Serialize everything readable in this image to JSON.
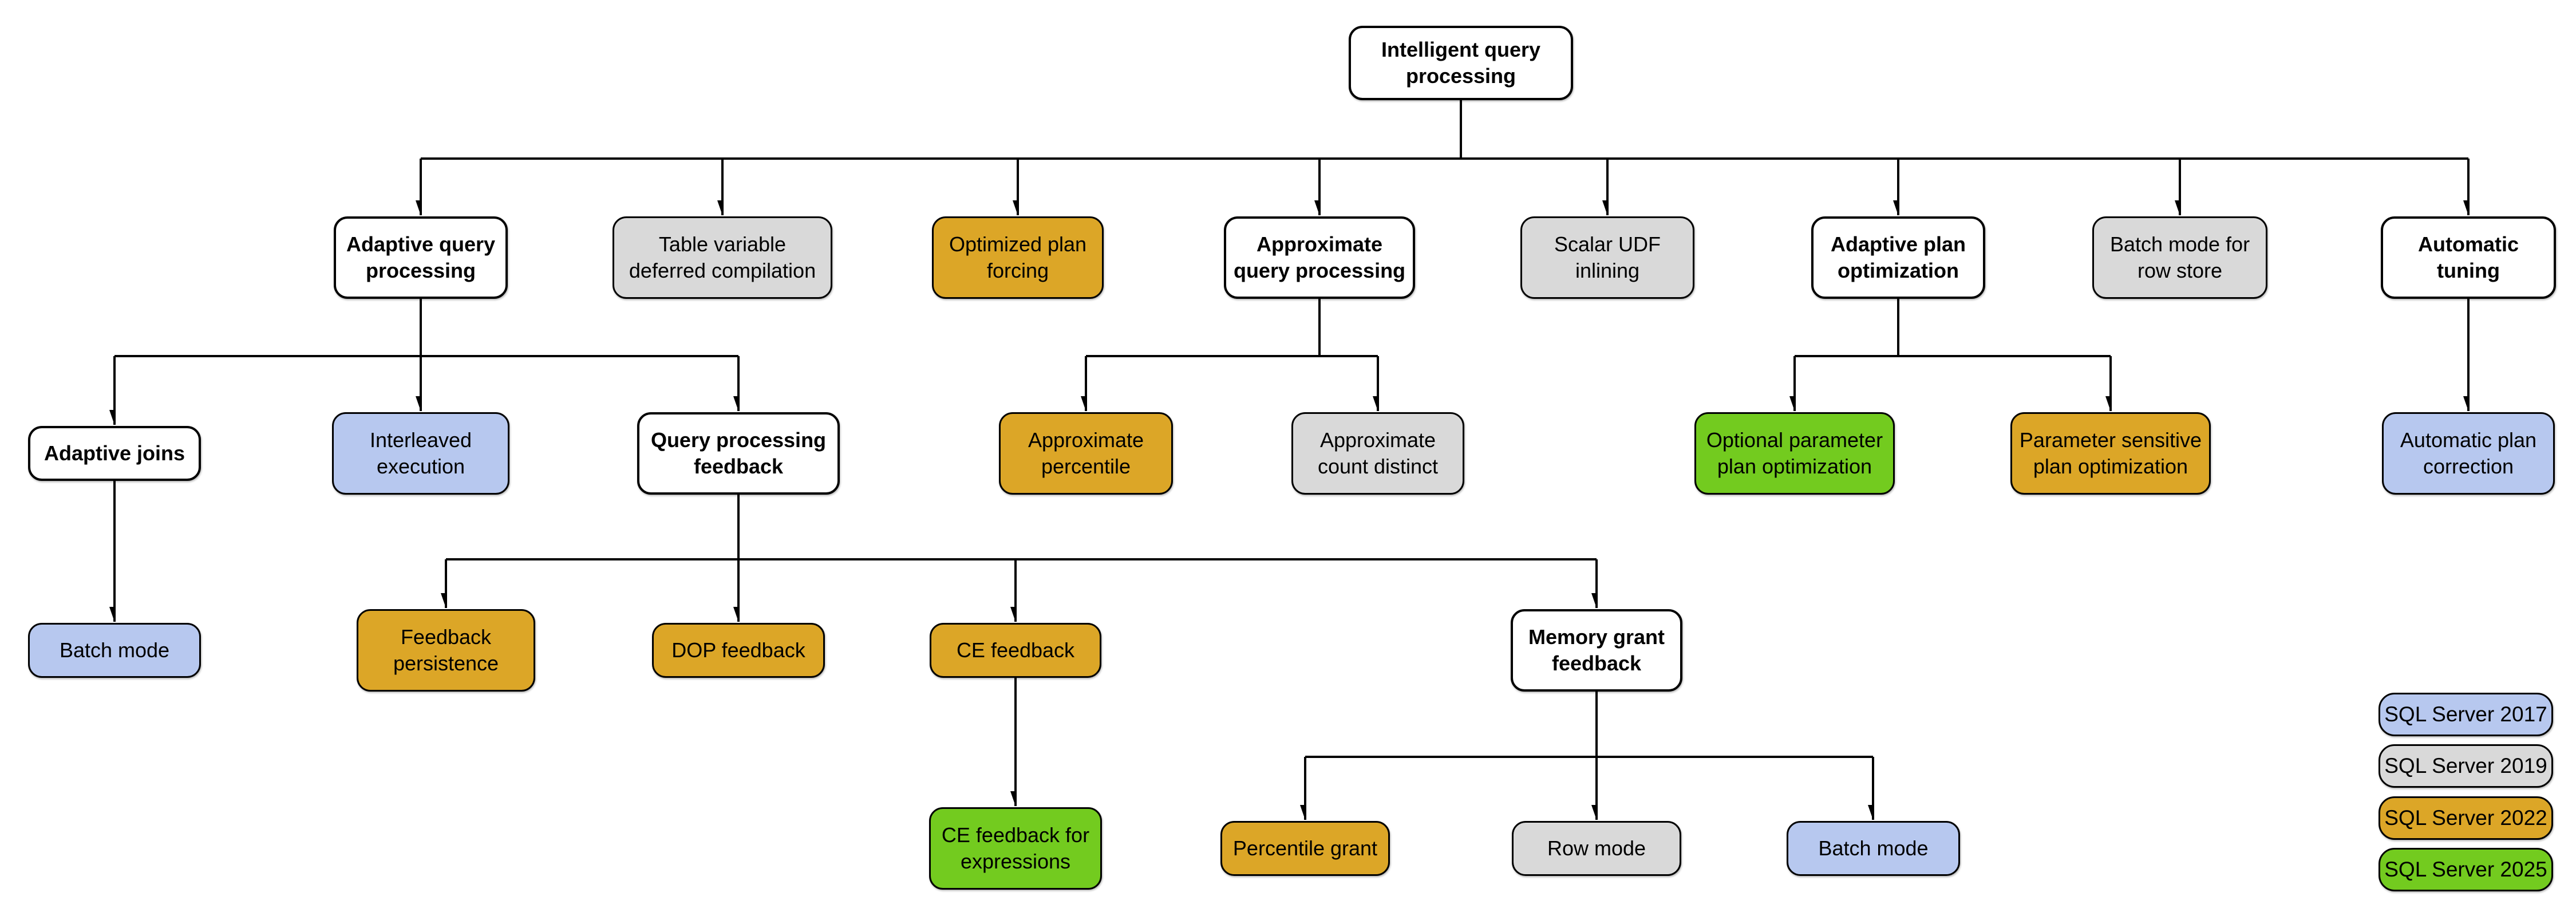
{
  "diagram_title": "Intelligent query processing",
  "nodes": {
    "intelligent_query_processing": {
      "label": "Intelligent query\nprocessing",
      "version": null,
      "parent": null
    },
    "adaptive_query_processing": {
      "label": "Adaptive query\nprocessing",
      "version": null,
      "parent": "intelligent_query_processing"
    },
    "table_variable_deferred_compilation": {
      "label": "Table variable\ndeferred compilation",
      "version": "2019",
      "parent": "intelligent_query_processing"
    },
    "optimized_plan_forcing": {
      "label": "Optimized plan\nforcing",
      "version": "2022",
      "parent": "intelligent_query_processing"
    },
    "approximate_query_processing": {
      "label": "Approximate\nquery processing",
      "version": null,
      "parent": "intelligent_query_processing"
    },
    "scalar_udf_inlining": {
      "label": "Scalar UDF\ninlining",
      "version": "2019",
      "parent": "intelligent_query_processing"
    },
    "adaptive_plan_optimization": {
      "label": "Adaptive plan\noptimization",
      "version": null,
      "parent": "intelligent_query_processing"
    },
    "batch_mode_for_row_store": {
      "label": "Batch mode for\nrow store",
      "version": "2019",
      "parent": "intelligent_query_processing"
    },
    "automatic_tuning": {
      "label": "Automatic\ntuning",
      "version": null,
      "parent": "intelligent_query_processing"
    },
    "adaptive_joins": {
      "label": "Adaptive joins",
      "version": null,
      "parent": "adaptive_query_processing"
    },
    "interleaved_execution": {
      "label": "Interleaved\nexecution",
      "version": "2017",
      "parent": "adaptive_query_processing"
    },
    "query_processing_feedback": {
      "label": "Query processing\nfeedback",
      "version": null,
      "parent": "adaptive_query_processing"
    },
    "approximate_percentile": {
      "label": "Approximate\npercentile",
      "version": "2022",
      "parent": "approximate_query_processing"
    },
    "approximate_count_distinct": {
      "label": "Approximate\ncount distinct",
      "version": "2019",
      "parent": "approximate_query_processing"
    },
    "optional_parameter_plan_optimization": {
      "label": "Optional parameter\nplan optimization",
      "version": "2025",
      "parent": "adaptive_plan_optimization"
    },
    "parameter_sensitive_plan_optimization": {
      "label": "Parameter sensitive\nplan optimization",
      "version": "2022",
      "parent": "adaptive_plan_optimization"
    },
    "automatic_plan_correction": {
      "label": "Automatic plan\ncorrection",
      "version": "2017",
      "parent": "automatic_tuning"
    },
    "batch_mode_adaptive_joins": {
      "label": "Batch mode",
      "version": "2017",
      "parent": "adaptive_joins"
    },
    "feedback_persistence": {
      "label": "Feedback\npersistence",
      "version": "2022",
      "parent": "query_processing_feedback"
    },
    "dop_feedback": {
      "label": "DOP feedback",
      "version": "2022",
      "parent": "query_processing_feedback"
    },
    "ce_feedback": {
      "label": "CE feedback",
      "version": "2022",
      "parent": "query_processing_feedback"
    },
    "memory_grant_feedback": {
      "label": "Memory grant\nfeedback",
      "version": null,
      "parent": "query_processing_feedback"
    },
    "ce_feedback_for_expressions": {
      "label": "CE feedback for\nexpressions",
      "version": "2025",
      "parent": "ce_feedback"
    },
    "percentile_grant": {
      "label": "Percentile grant",
      "version": "2022",
      "parent": "memory_grant_feedback"
    },
    "row_mode": {
      "label": "Row mode",
      "version": "2019",
      "parent": "memory_grant_feedback"
    },
    "batch_mode_memory_grant": {
      "label": "Batch mode",
      "version": "2017",
      "parent": "memory_grant_feedback"
    }
  },
  "legend": {
    "items": [
      {
        "label": "SQL Server 2017",
        "version": "2017",
        "color": "#b7c8ef"
      },
      {
        "label": "SQL Server 2019",
        "version": "2019",
        "color": "#d9d9d9"
      },
      {
        "label": "SQL Server 2022",
        "version": "2022",
        "color": "#dca627"
      },
      {
        "label": "SQL Server 2025",
        "version": "2025",
        "color": "#73cb1f"
      }
    ]
  },
  "colors": {
    "node_default": "#ffffff",
    "border": "#000000",
    "connector": "#000000"
  }
}
